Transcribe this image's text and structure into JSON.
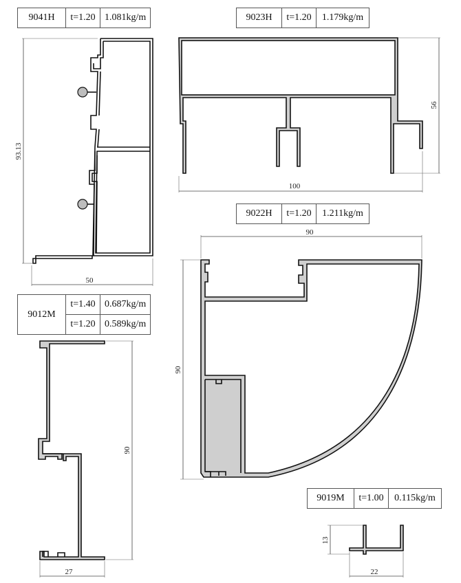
{
  "profiles": {
    "p9041H": {
      "code": "9041H",
      "thickness": "t=1.20",
      "weight": "1.081kg/m",
      "dim_height": "93.13",
      "dim_width": "50"
    },
    "p9023H": {
      "code": "9023H",
      "thickness": "t=1.20",
      "weight": "1.179kg/m",
      "dim_height": "56",
      "dim_width": "100"
    },
    "p9022H": {
      "code": "9022H",
      "thickness": "t=1.20",
      "weight": "1.211kg/m",
      "dim_height": "90",
      "dim_width": "90"
    },
    "p9012M": {
      "code": "9012M",
      "rows": [
        {
          "thickness": "t=1.40",
          "weight": "0.687kg/m"
        },
        {
          "thickness": "t=1.20",
          "weight": "0.589kg/m"
        }
      ],
      "dim_height": "90",
      "dim_width": "27"
    },
    "p9019M": {
      "code": "9019M",
      "thickness": "t=1.00",
      "weight": "0.115kg/m",
      "dim_height": "13",
      "dim_width": "22"
    }
  },
  "colors": {
    "profile_fill": "#cfcfcf",
    "outline": "#111111",
    "dimension_line": "#444444"
  }
}
